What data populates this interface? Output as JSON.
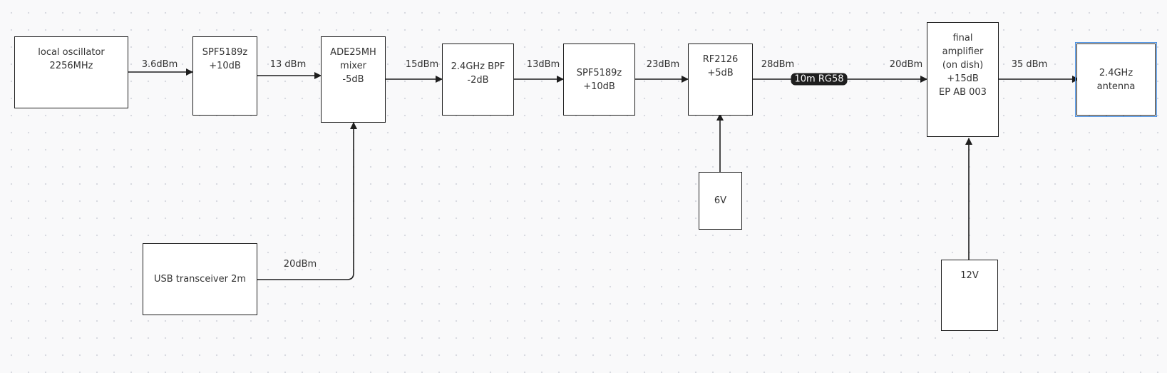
{
  "blocks": {
    "local_oscillator": "local oscillator\n2256MHz",
    "spf1": "SPF5189z\n+10dB",
    "mixer": "ADE25MH\nmixer\n-5dB",
    "bpf": "2.4GHz BPF\n-2dB",
    "spf2": "SPF5189z\n+10dB",
    "rf2126": "RF2126\n+5dB",
    "final_amp": "final\namplifier\n(on dish)\n+15dB\nEP AB  003",
    "antenna": "2.4GHz\nantenna",
    "usb": "USB transceiver 2m",
    "v6": "6V",
    "v12": "12V"
  },
  "edges": {
    "lo_spf1": "3.6dBm",
    "spf1_mixer": "13 dBm",
    "usb_mixer": "20dBm",
    "mixer_bpf": "15dBm",
    "bpf_spf2": "13dBm",
    "spf2_rf": "23dBm",
    "rf_cable": "28dBm",
    "cable": "10m RG58",
    "cable_final": "20dBm",
    "final_ant": "35 dBm"
  },
  "colors": {
    "stroke": "#1e1e1e",
    "selection": "#4a90e2"
  }
}
